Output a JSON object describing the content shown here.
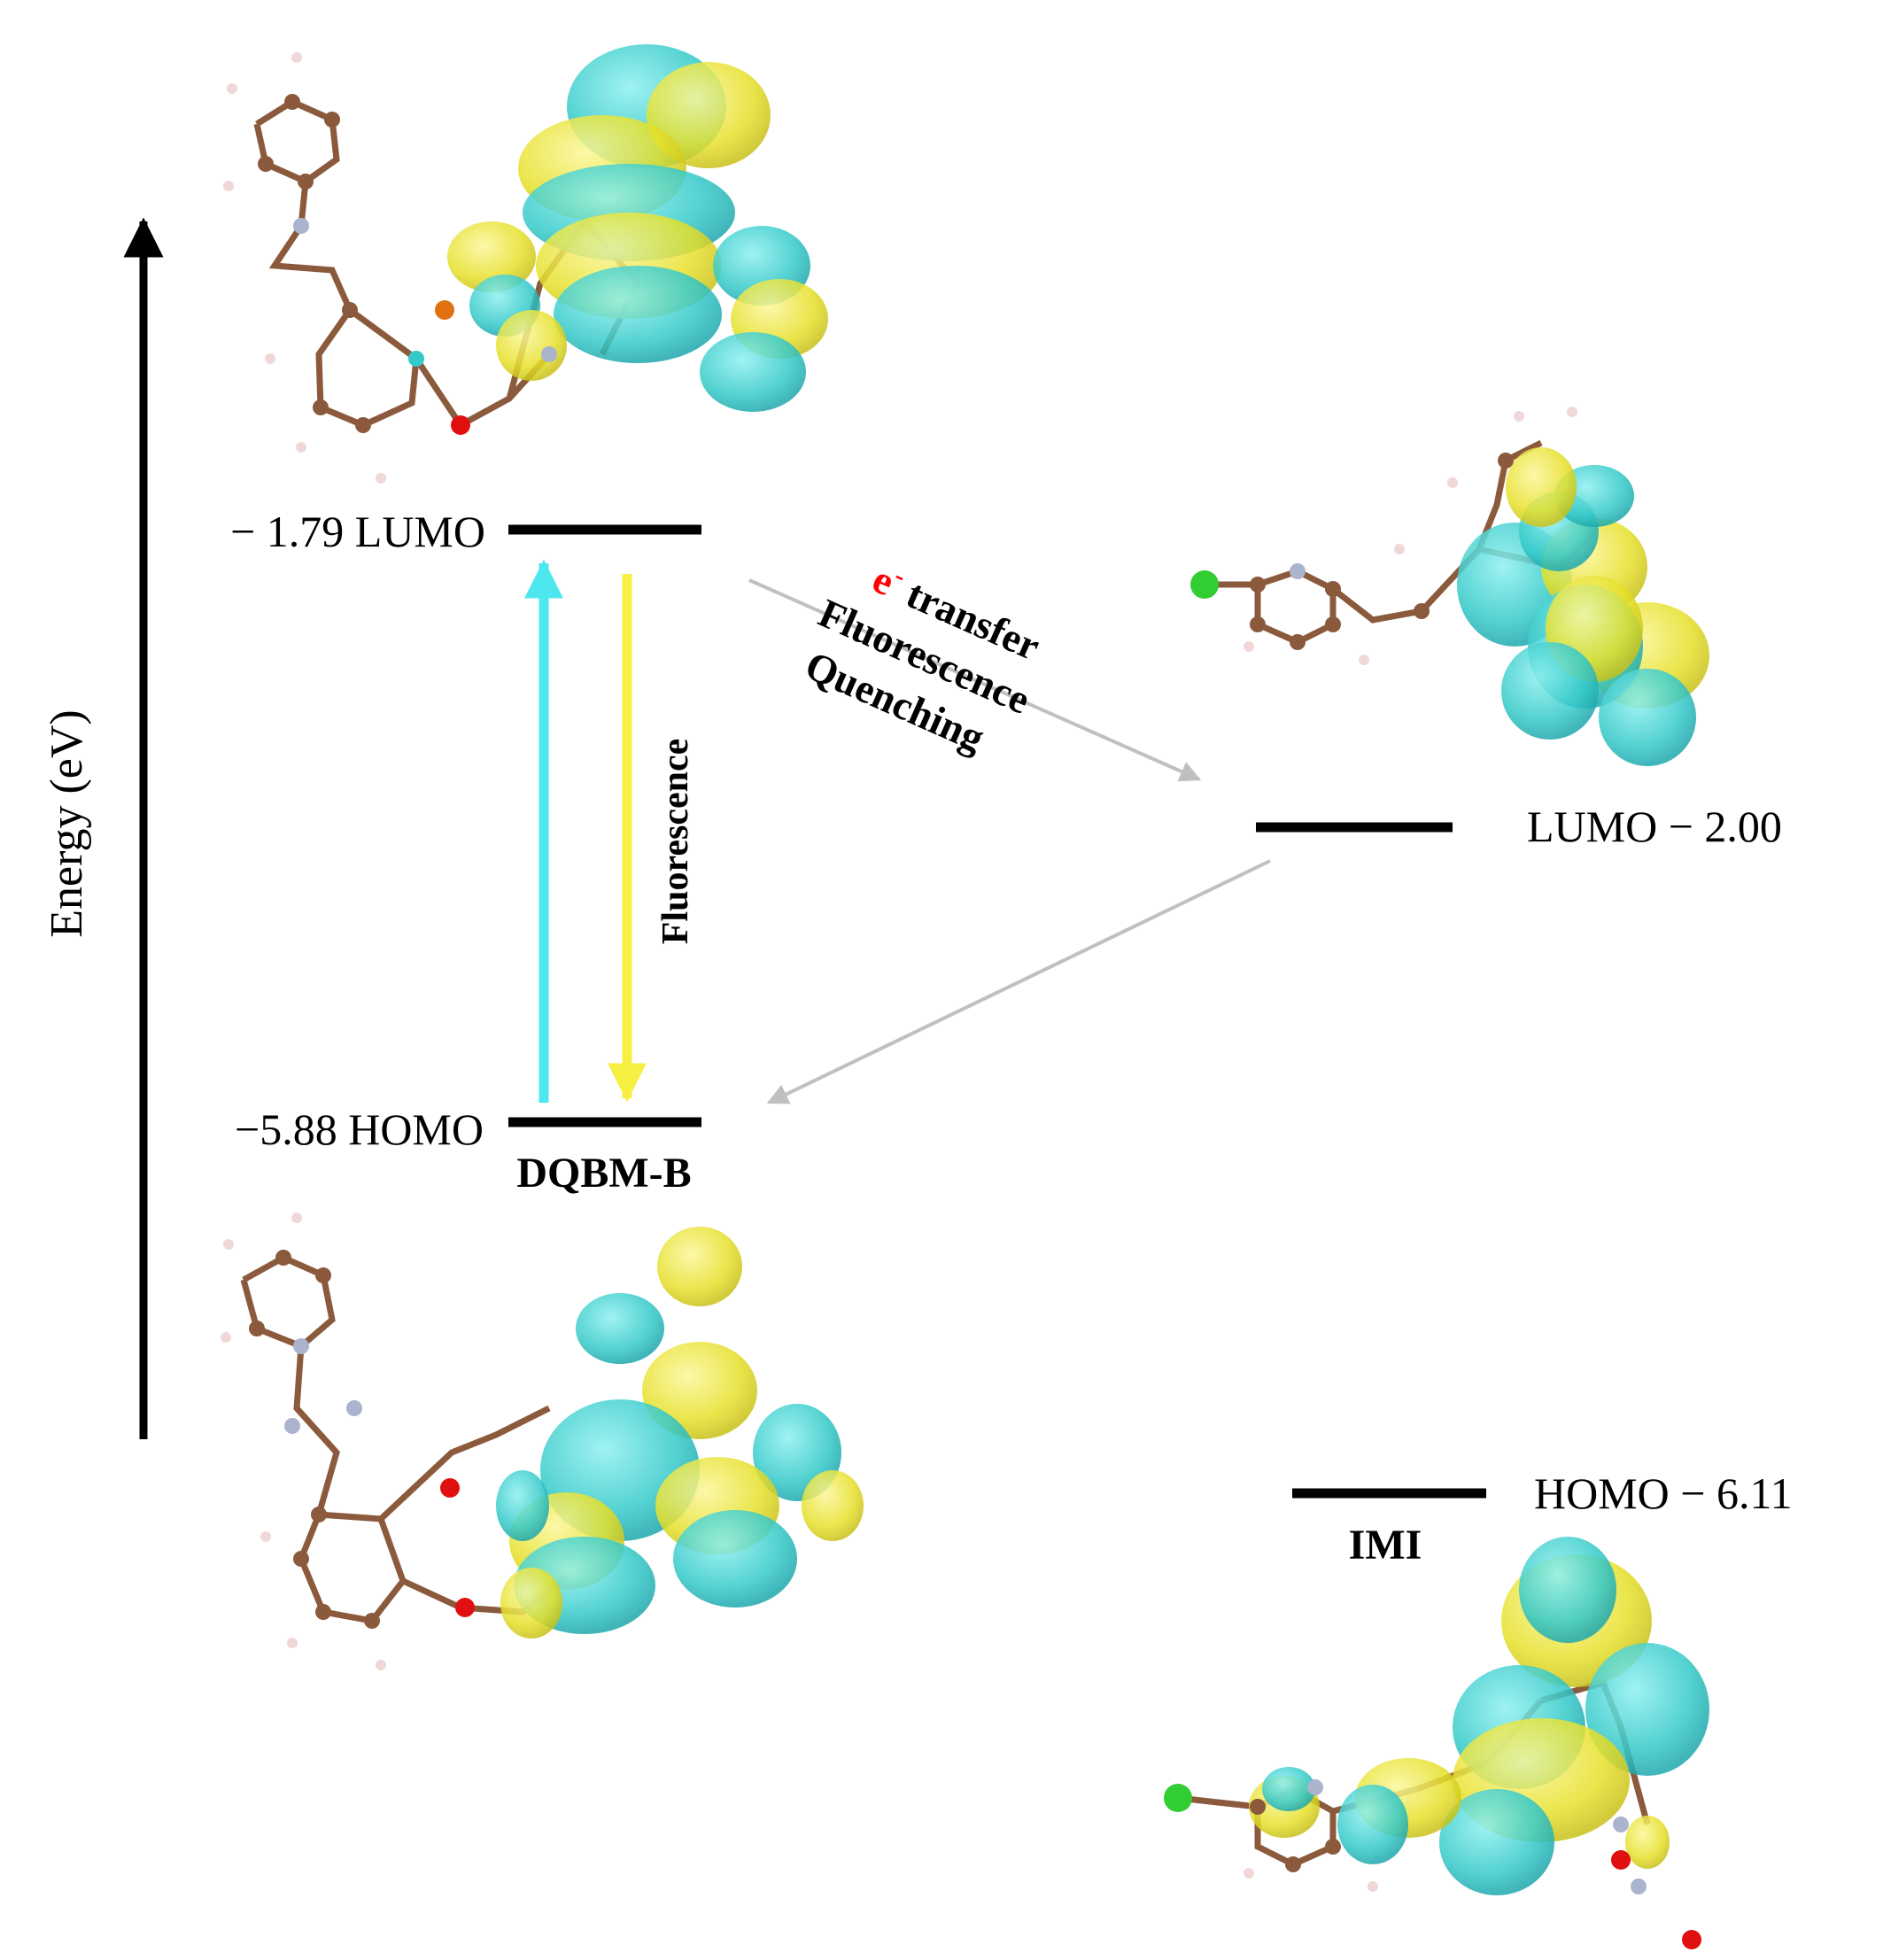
{
  "axis": {
    "label": "Energy (eV)"
  },
  "molecules": [
    {
      "name": "DQBM-B",
      "lumo": {
        "text": "− 1.79 LUMO",
        "energy_ev": -1.79
      },
      "homo": {
        "text": "−5.88 HOMO",
        "energy_ev": -5.88
      }
    },
    {
      "name": "IMI",
      "lumo": {
        "text": "LUMO − 2.00",
        "energy_ev": -2.0
      },
      "homo": {
        "text": "HOMO − 6.11",
        "energy_ev": -6.11
      }
    }
  ],
  "transitions": {
    "fluorescence": "Fluorescence",
    "transfer_e": "e",
    "transfer_sup": "-",
    "transfer_rest": " transfer",
    "quenching_line1": "Fluorescence",
    "quenching_line2": "Quenching"
  },
  "colors": {
    "excitation": "#4de8ef",
    "emission": "#f7ef42",
    "transfer": "#c0c0c0",
    "electron": "#ff0000",
    "orbital_cyan": "#35c9c9",
    "orbital_yellow": "#e6e02a",
    "carbon": "#8b5a3c",
    "hydrogen": "#f0d8d8",
    "nitrogen": "#aab4cc",
    "oxygen": "#e01010",
    "chlorine": "#32cd32"
  }
}
